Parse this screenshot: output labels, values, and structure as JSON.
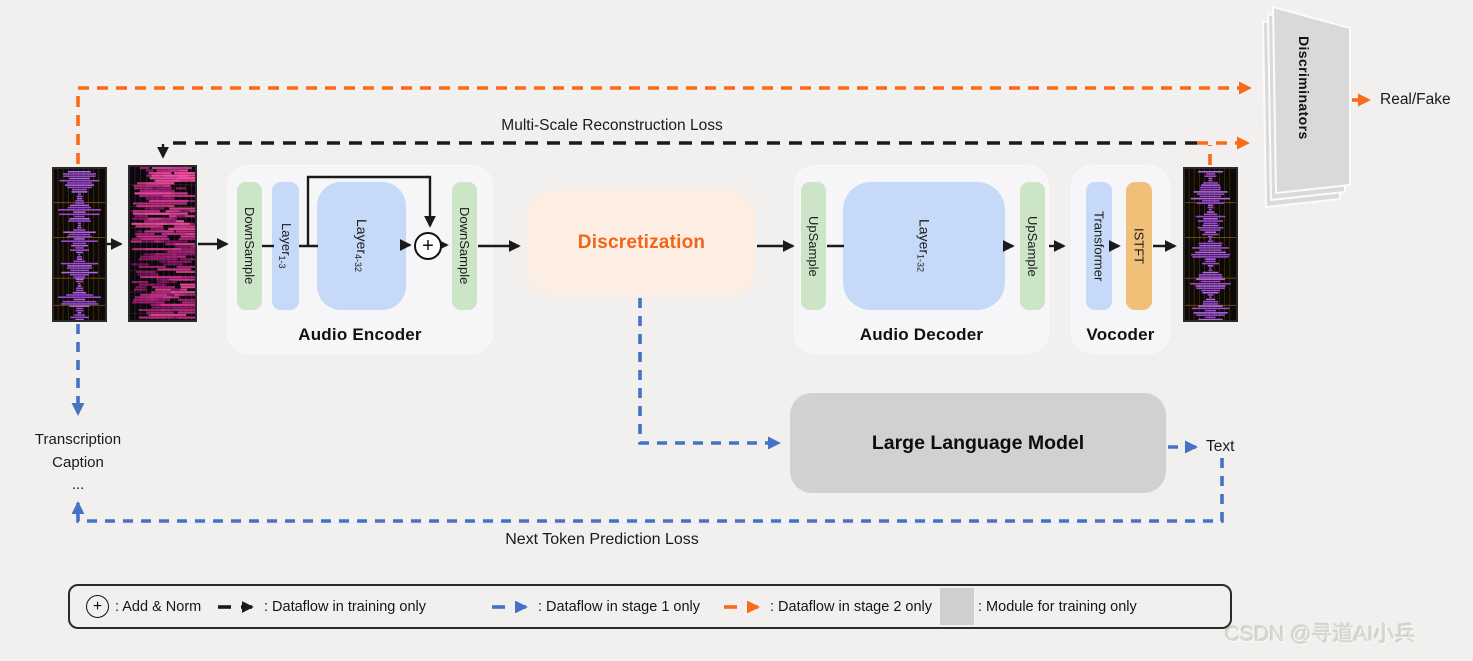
{
  "losses": {
    "multi_scale": "Multi-Scale Reconstruction Loss",
    "next_token": "Next Token Prediction Loss"
  },
  "encoder": {
    "title": "Audio Encoder",
    "downsample1": "DownSample",
    "layer13_base": "Layer",
    "layer13_sub": "1-3",
    "layer432_base": "Layer",
    "layer432_sub": "4-32",
    "downsample2": "DownSample",
    "plus": "+"
  },
  "discretization": {
    "label": "Discretization"
  },
  "decoder": {
    "title": "Audio Decoder",
    "upsample1": "UpSample",
    "layer_base": "Layer",
    "layer_sub": "1-32",
    "upsample2": "UpSample"
  },
  "vocoder": {
    "title": "Vocoder",
    "transformer": "Transformer",
    "istft": "ISTFT"
  },
  "llm": {
    "label": "Large Language Model"
  },
  "discriminators": {
    "label": "Discriminators",
    "output": "Real/Fake"
  },
  "io": {
    "text_out": "Text",
    "transcription": "Transcription",
    "caption": "Caption",
    "ellipsis": "..."
  },
  "legend": {
    "plus": "+",
    "add_norm": ": Add & Norm",
    "training": ": Dataflow in training only",
    "stage1": ": Dataflow in stage 1 only",
    "stage2": ": Dataflow in stage 2 only",
    "module": ": Module for training only"
  },
  "colors": {
    "stage1_blue": "#4472C4",
    "stage2_orange": "#F86B17",
    "training_black": "#1A1A1A",
    "module_gray": "#CFCFCF",
    "discretization_text": "#F2641A",
    "encoder_block_blue": "#C7D9F8",
    "sample_block_green": "#CBE5C6",
    "istft_orange": "#F0C078",
    "waveform_purple": "#9C4AD6"
  },
  "watermark": "CSDN @寻道AI小兵"
}
